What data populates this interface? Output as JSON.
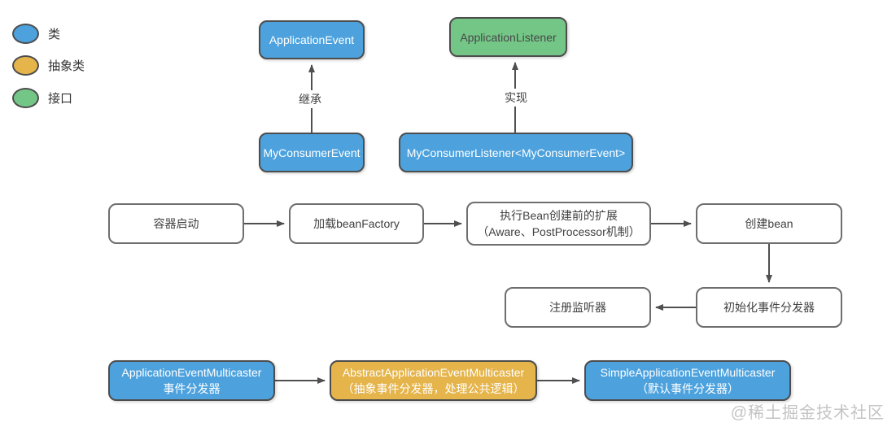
{
  "page": {
    "watermark": "@稀土掘金技术社区",
    "background": "#ffffff"
  },
  "colors": {
    "class_blue": "#4DA2DE",
    "abstract_orange": "#E5B44A",
    "interface_green": "#74C687",
    "node_border": "#4D4D4D",
    "flow_border": "#6E6E6E",
    "arrow": "#4F4F4F",
    "dark_text": "#3F3F3F",
    "light_text": "#FFFFFF",
    "watermark_gray": "#C4C4C4"
  },
  "legend": {
    "items": [
      {
        "label": "类",
        "color": "#4DA2DE"
      },
      {
        "label": "抽象类",
        "color": "#E5B44A"
      },
      {
        "label": "接口",
        "color": "#74C687"
      }
    ]
  },
  "class_hierarchy": {
    "application_event": "ApplicationEvent",
    "my_consumer_event": "MyConsumerEvent",
    "inherit_edge_label": "继承",
    "application_listener": "ApplicationListener",
    "my_consumer_listener": "MyConsumerListener<MyConsumerEvent>",
    "implement_edge_label": "实现"
  },
  "startup_flow": {
    "container_start": "容器启动",
    "load_bean_factory": "加载beanFactory",
    "pre_bean_extension": {
      "line1": "执行Bean创建前的扩展",
      "line2": "（Aware、PostProcessor机制）"
    },
    "create_bean": "创建bean",
    "init_event_multicaster": "初始化事件分发器",
    "register_listeners": "注册监听器"
  },
  "multicaster_flow": {
    "application_event_multicaster": {
      "line1": "ApplicationEventMulticaster",
      "line2": "事件分发器"
    },
    "abstract_application_event_multicaster": {
      "line1": "AbstractApplicationEventMulticaster",
      "line2": "（抽象事件分发器，处理公共逻辑）"
    },
    "simple_application_event_multicaster": {
      "line1": "SimpleApplicationEventMulticaster",
      "line2": "（默认事件分发器）"
    }
  }
}
